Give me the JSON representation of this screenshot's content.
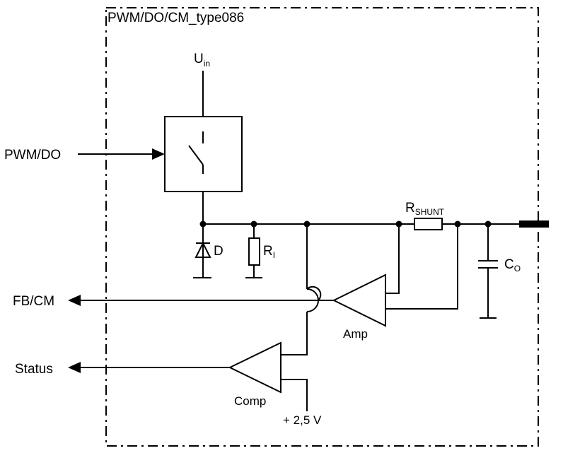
{
  "module": {
    "title": "PWM/DO/CM_type086"
  },
  "supply": {
    "label_main": "U",
    "label_sub": "in"
  },
  "io": {
    "pwm_in": "PWM/DO",
    "fb_out": "FB/CM",
    "status_out": "Status"
  },
  "components": {
    "diode": "D",
    "resistor_main": "R",
    "resistor_sub": "I",
    "shunt_main": "R",
    "shunt_sub": "SHUNT",
    "capacitor_main": "C",
    "capacitor_sub": "O",
    "amplifier": "Amp",
    "comparator": "Comp",
    "reference": "+ 2,5 V"
  }
}
